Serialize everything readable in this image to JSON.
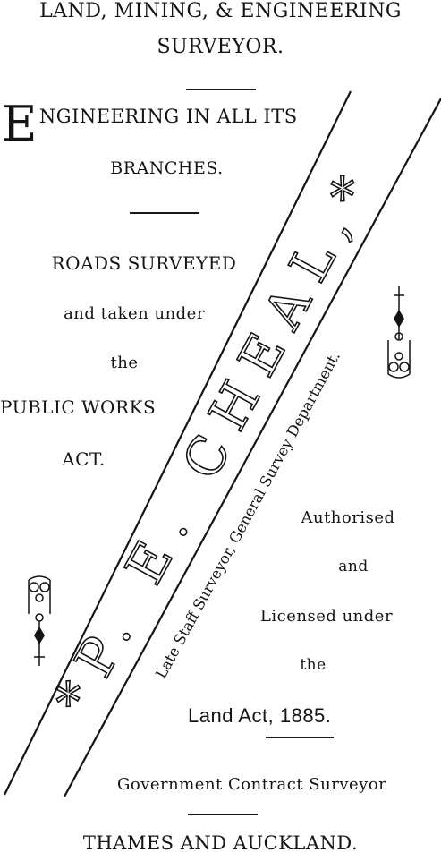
{
  "header": {
    "line1": "LAND, MINING, & ENGINEERING",
    "line2": "SURVEYOR."
  },
  "engineering": {
    "dropcap": "E",
    "rest": "NGINEERING IN ALL ITS",
    "line2": "BRANCHES."
  },
  "roads": {
    "line1": "ROADS SURVEYED",
    "line2": "and taken under",
    "line3": "the",
    "line4": "PUBLIC WORKS",
    "line5": "ACT."
  },
  "authorised": {
    "line1": "Authorised",
    "line2": "and",
    "line3": "Licensed under",
    "line4": "the",
    "line5": "Land Act, 1885."
  },
  "diagonal": {
    "name": "*P. E. CHEAL,*",
    "subtitle": "Late Staff Surveyor, General Survey Department."
  },
  "contract": "Government Contract Surveyor",
  "footer": "THAMES AND AUCKLAND."
}
